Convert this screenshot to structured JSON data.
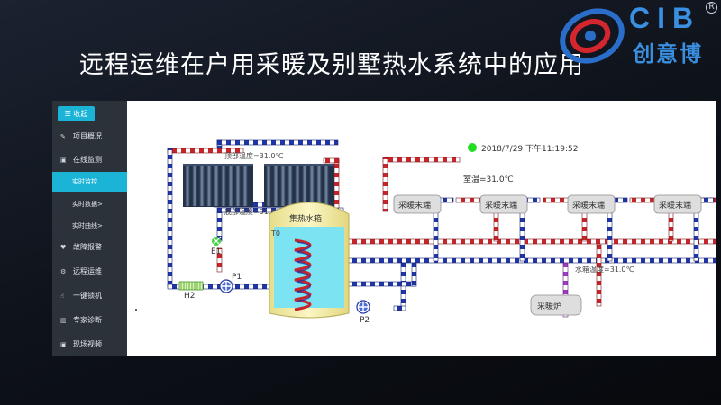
{
  "slide": {
    "title": "远程运维在户用采暖及别墅热水系统中的应用"
  },
  "logo": {
    "brand": "CIB",
    "name_cn": "创意博",
    "reg": "R"
  },
  "sidebar": {
    "collapse_label": "☰ 收起",
    "items": [
      {
        "label": "项目概况",
        "icon": "edit-icon"
      },
      {
        "label": "在线监测",
        "icon": "image-icon"
      },
      {
        "label": "故障报警",
        "icon": "heart-icon"
      },
      {
        "label": "远程运维",
        "icon": "share-icon"
      },
      {
        "label": "一键锁机",
        "icon": "hand-icon"
      },
      {
        "label": "专家诊断",
        "icon": "bar-chart-icon"
      },
      {
        "label": "现场视频",
        "icon": "image-icon"
      }
    ],
    "subitems": [
      {
        "label": "实时监控",
        "active": true
      },
      {
        "label": "实时数据>",
        "active": false
      },
      {
        "label": "实时曲线>",
        "active": false
      }
    ]
  },
  "diagram": {
    "timestamp": "2018/7/29 下午11:19:52",
    "room_temp": "室温=31.0℃",
    "top_temp": "顶部温度=31.0℃",
    "bottom_temp": "底部温度=31.0℃",
    "tank_label": "集热水箱",
    "tank_sensor": "T0",
    "tank_temp": "水箱温度=31.0℃",
    "terminals": [
      "采暖末端",
      "采暖末端",
      "采暖末端",
      "采暖末端"
    ],
    "boiler": "采暖炉",
    "labels": {
      "e1": "E1",
      "h2": "H2",
      "p1": "P1",
      "p2": "P2"
    },
    "colors": {
      "hot": "#c8252a",
      "cold": "#2036a6",
      "accent": "#1bb3d6",
      "status": "#22dd22"
    }
  }
}
